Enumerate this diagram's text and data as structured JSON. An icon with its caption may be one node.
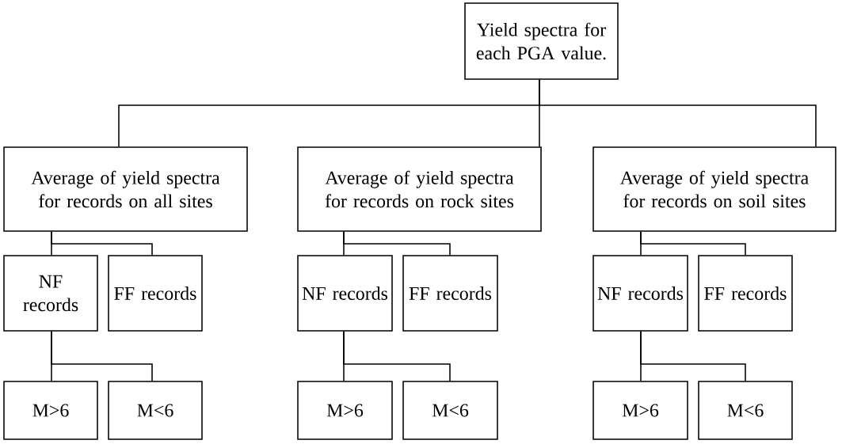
{
  "diagram": {
    "nodes": [
      {
        "text": [
          "Yield spectra for each PGA value."
        ]
      },
      {
        "text": [
          "Average of yield spectra for records on all sites"
        ]
      },
      {
        "text": [
          "Average of yield spectra for records on rock sites"
        ]
      },
      {
        "text": [
          "Average of yield spectra for records on soil sites"
        ]
      },
      {
        "text": [
          "NF records"
        ]
      },
      {
        "text": [
          "FF records"
        ]
      },
      {
        "text": [
          "NF records"
        ]
      },
      {
        "text": [
          "FF records"
        ]
      },
      {
        "text": [
          "NF records"
        ]
      },
      {
        "text": [
          "FF records"
        ]
      },
      {
        "text": [
          "M>6"
        ]
      },
      {
        "text": [
          "M<6"
        ]
      },
      {
        "text": [
          "M>6"
        ]
      },
      {
        "text": [
          "M<6"
        ]
      },
      {
        "text": [
          "M>6"
        ]
      },
      {
        "text": [
          "M<6"
        ]
      }
    ],
    "edges": [
      {
        "from": 0,
        "to": 1,
        "arrow": "none"
      },
      {
        "from": 0,
        "to": 2,
        "arrow": "none"
      },
      {
        "from": 0,
        "to": 3,
        "arrow": "none"
      },
      {
        "from": 1,
        "to": 4,
        "arrow": "none"
      },
      {
        "from": 1,
        "to": 5,
        "arrow": "none"
      },
      {
        "from": 2,
        "to": 6,
        "arrow": "none"
      },
      {
        "from": 2,
        "to": 7,
        "arrow": "none"
      },
      {
        "from": 3,
        "to": 8,
        "arrow": "none"
      },
      {
        "from": 3,
        "to": 9,
        "arrow": "none"
      },
      {
        "from": 4,
        "to": 10,
        "arrow": "none"
      },
      {
        "from": 4,
        "to": 11,
        "arrow": "none"
      },
      {
        "from": 6,
        "to": 12,
        "arrow": "none"
      },
      {
        "from": 6,
        "to": 13,
        "arrow": "none"
      },
      {
        "from": 8,
        "to": 14,
        "arrow": "none"
      },
      {
        "from": 8,
        "to": 15,
        "arrow": "none"
      }
    ]
  }
}
